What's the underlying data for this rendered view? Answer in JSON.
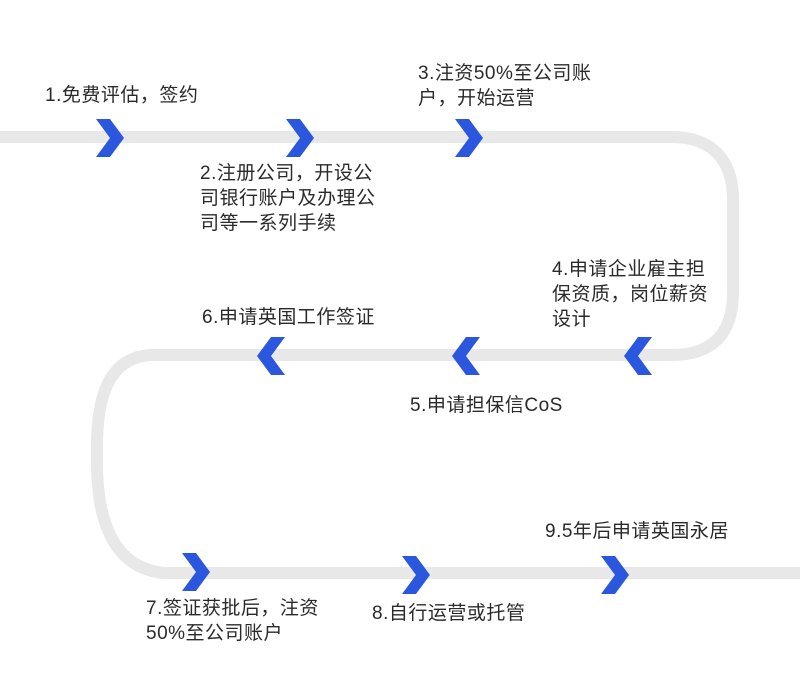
{
  "colors": {
    "accent": "#2b57de",
    "line": "#e8e8e8",
    "text": "#2a2a2a",
    "background": "#ffffff"
  },
  "flow": {
    "steps": [
      {
        "id": "1",
        "label": "1.免费评估，签约",
        "direction": "right",
        "icon": "chevron-right-icon"
      },
      {
        "id": "2",
        "label": "2.注册公司，开设公\n司银行账户及办理公\n司等一系列手续",
        "direction": "right",
        "icon": "chevron-right-icon"
      },
      {
        "id": "3",
        "label": "3.注资50%至公司账\n户，开始运营",
        "direction": "right",
        "icon": "chevron-right-icon"
      },
      {
        "id": "4",
        "label": "4.申请企业雇主担\n保资质，岗位薪资\n设计",
        "direction": "left",
        "icon": "chevron-left-icon"
      },
      {
        "id": "5",
        "label": "5.申请担保信CoS",
        "direction": "left",
        "icon": "chevron-left-icon"
      },
      {
        "id": "6",
        "label": "6.申请英国工作签证",
        "direction": "left",
        "icon": "chevron-left-icon"
      },
      {
        "id": "7",
        "label": "7.签证获批后，注资\n50%至公司账户",
        "direction": "right",
        "icon": "chevron-right-icon"
      },
      {
        "id": "8",
        "label": "8.自行运营或托管",
        "direction": "right",
        "icon": "chevron-right-icon"
      },
      {
        "id": "9",
        "label": "9.5年后申请英国永居",
        "direction": "right",
        "icon": "chevron-right-icon"
      }
    ]
  }
}
